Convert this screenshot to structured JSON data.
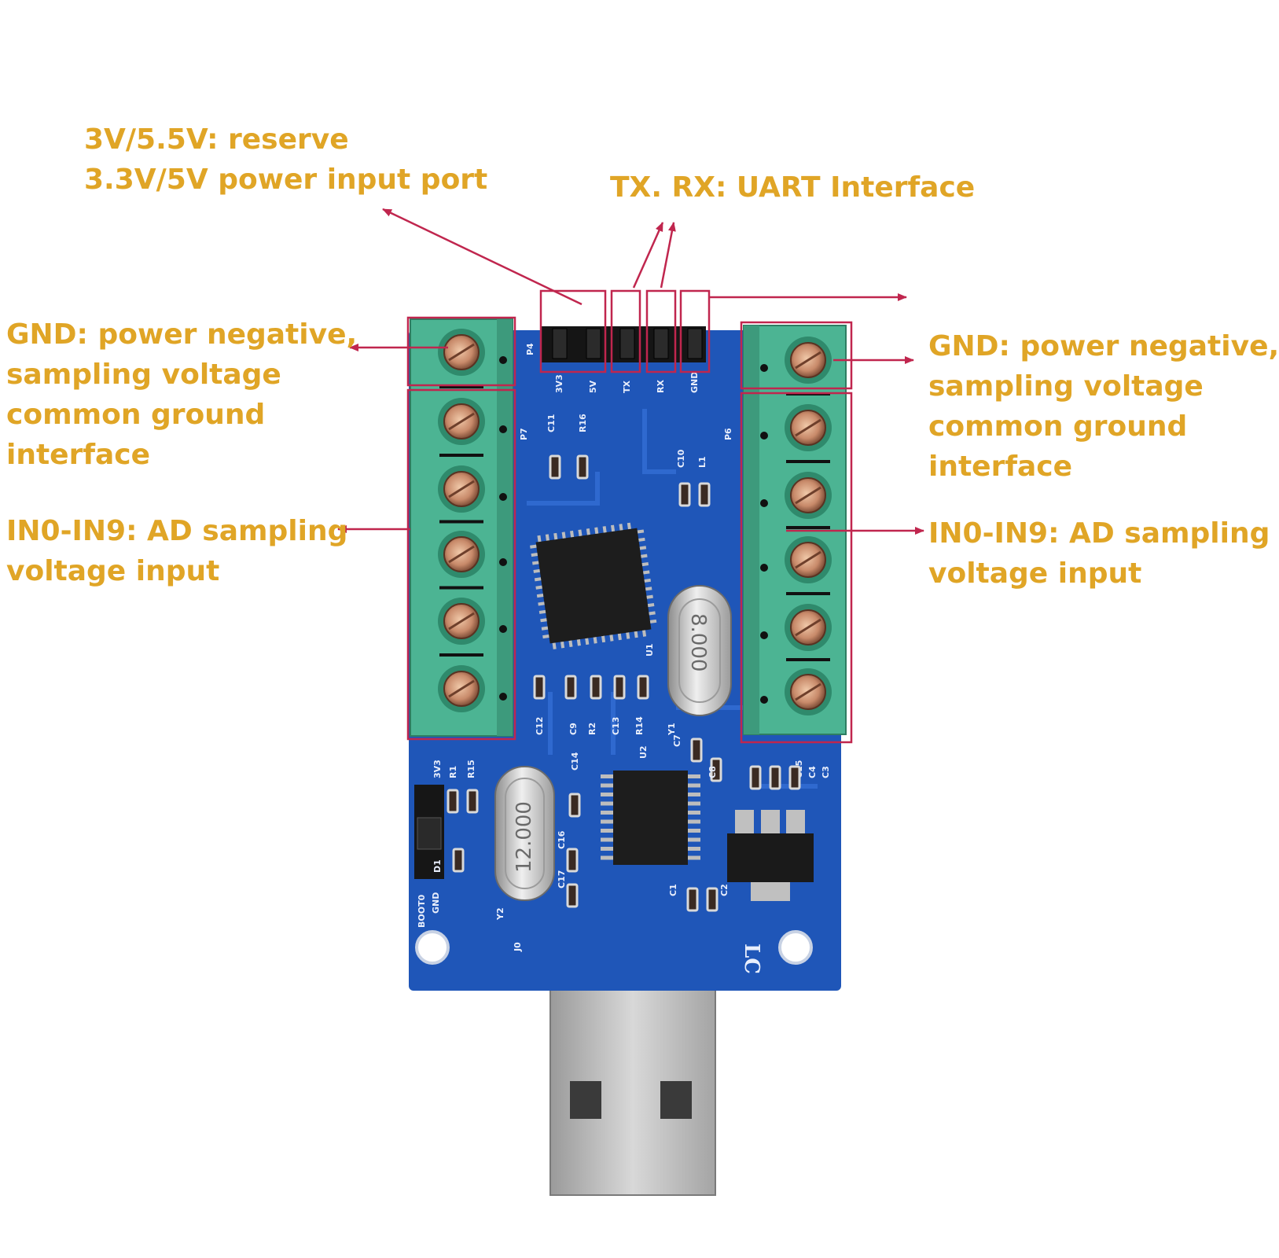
{
  "labels": {
    "power_reserve_line1": "3V/5.5V: reserve",
    "power_reserve_line2": "3.3V/5V power input port",
    "uart": "TX. RX: UART Interface",
    "gnd_left": "GND: power negative,\nsampling voltage\ncommon ground\ninterface",
    "gnd_right": "GND: power negative,\nsampling voltage\ncommon ground\ninterface",
    "input_left": "IN0-IN9: AD sampling\nvoltage input",
    "input_right": "IN0-IN9: AD sampling\nvoltage input"
  },
  "board": {
    "header_refdes": "P4",
    "header_pins": [
      "3V3",
      "5V",
      "TX",
      "RX",
      "GND"
    ],
    "left_block_refdes": "P7",
    "right_block_refdes": "P6",
    "crystal_main": "8.000",
    "crystal_usb": "12.000",
    "jumper_top": "3V3",
    "jumper_bottom_1": "BOOT0",
    "jumper_bottom_2": "GND",
    "logo": "LC",
    "usb_refdes": "J0",
    "mcu_refdes": "U1",
    "usb_ic_refdes": "U2",
    "crystal_main_refdes": "Y1",
    "crystal_usb_refdes": "Y2",
    "component_labels": [
      "C11",
      "R16",
      "C10",
      "L1",
      "C12",
      "C9",
      "R2",
      "C13",
      "R14",
      "C7",
      "C14",
      "C8",
      "C15",
      "C4",
      "C3",
      "R1",
      "R15",
      "C16",
      "C17",
      "C1",
      "C2",
      "D1"
    ]
  },
  "colors": {
    "label_text": "#e0a526",
    "callout": "#c0264e",
    "pcb": "#1f56b8",
    "terminal": "#4cb493"
  }
}
